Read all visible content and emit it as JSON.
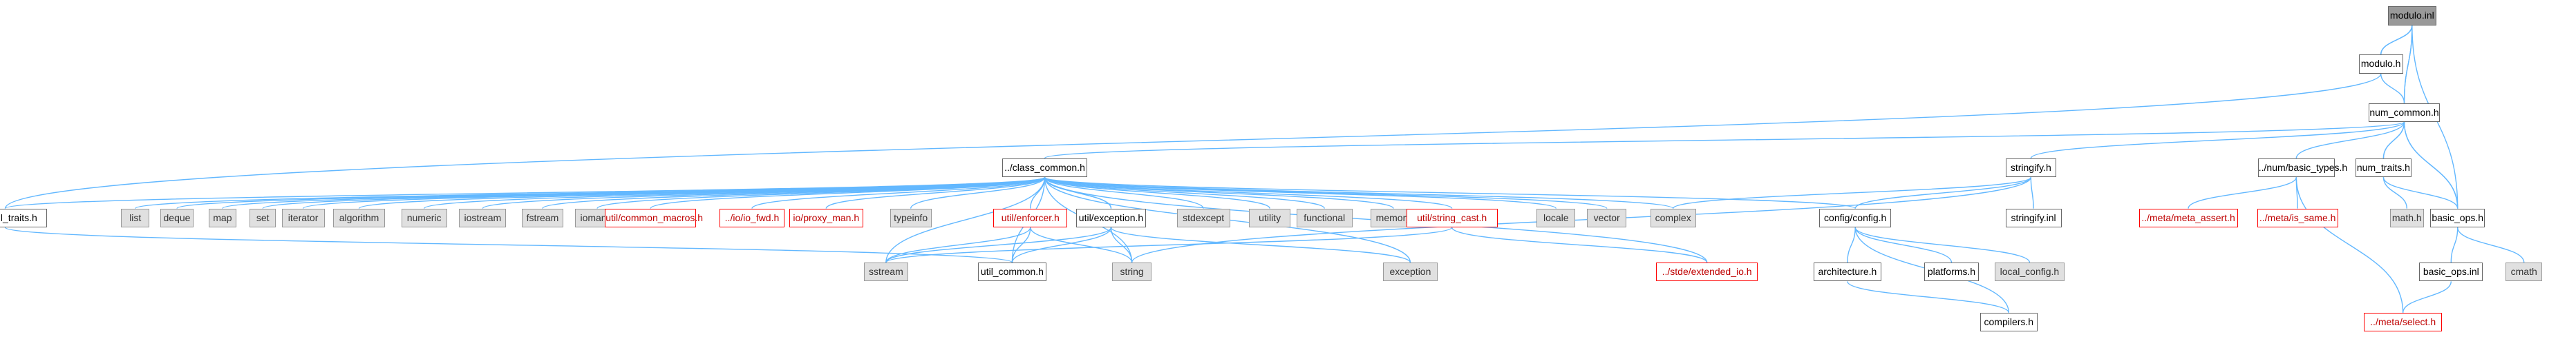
{
  "colors": {
    "edge": "#63b8ff",
    "node_border": "#666666",
    "system_fill": "#e0e0e0",
    "missing_border": "#ff0000",
    "missing_text": "#bf0000",
    "current_fill": "#999999"
  },
  "nodes": [
    {
      "id": "modulo_inl",
      "label": "modulo.inl",
      "kind": "current"
    },
    {
      "id": "modulo_h",
      "label": "modulo.h",
      "kind": "file"
    },
    {
      "id": "num_common_h",
      "label": "num_common.h",
      "kind": "file"
    },
    {
      "id": "class_common_h",
      "label": "../class_common.h",
      "kind": "file"
    },
    {
      "id": "stringify_h",
      "label": "stringify.h",
      "kind": "file"
    },
    {
      "id": "num_basic_types_h",
      "label": "../num/basic_types.h",
      "kind": "file"
    },
    {
      "id": "num_traits_h",
      "label": "num_traits.h",
      "kind": "file"
    },
    {
      "id": "call_traits_h",
      "label": "util/call_traits.h",
      "kind": "file"
    },
    {
      "id": "list",
      "label": "list",
      "kind": "system"
    },
    {
      "id": "deque",
      "label": "deque",
      "kind": "system"
    },
    {
      "id": "map",
      "label": "map",
      "kind": "system"
    },
    {
      "id": "set",
      "label": "set",
      "kind": "system"
    },
    {
      "id": "iterator",
      "label": "iterator",
      "kind": "system"
    },
    {
      "id": "algorithm",
      "label": "algorithm",
      "kind": "system"
    },
    {
      "id": "numeric",
      "label": "numeric",
      "kind": "system"
    },
    {
      "id": "iostream",
      "label": "iostream",
      "kind": "system"
    },
    {
      "id": "fstream",
      "label": "fstream",
      "kind": "system"
    },
    {
      "id": "iomanip",
      "label": "iomanip",
      "kind": "system"
    },
    {
      "id": "common_macros_h",
      "label": "util/common_macros.h",
      "kind": "missing"
    },
    {
      "id": "io_fwd_h",
      "label": "../io/io_fwd.h",
      "kind": "missing"
    },
    {
      "id": "proxy_man_h",
      "label": "io/proxy_man.h",
      "kind": "missing"
    },
    {
      "id": "typeinfo",
      "label": "typeinfo",
      "kind": "system"
    },
    {
      "id": "enforcer_h",
      "label": "util/enforcer.h",
      "kind": "missing"
    },
    {
      "id": "exception_h",
      "label": "util/exception.h",
      "kind": "file"
    },
    {
      "id": "stdexcept",
      "label": "stdexcept",
      "kind": "system"
    },
    {
      "id": "utility",
      "label": "utility",
      "kind": "system"
    },
    {
      "id": "functional",
      "label": "functional",
      "kind": "system"
    },
    {
      "id": "memory",
      "label": "memory",
      "kind": "system"
    },
    {
      "id": "string_cast_h",
      "label": "util/string_cast.h",
      "kind": "missing"
    },
    {
      "id": "locale",
      "label": "locale",
      "kind": "system"
    },
    {
      "id": "vector",
      "label": "vector",
      "kind": "system"
    },
    {
      "id": "complex",
      "label": "complex",
      "kind": "system"
    },
    {
      "id": "config_h",
      "label": "config/config.h",
      "kind": "file"
    },
    {
      "id": "stringify_inl",
      "label": "stringify.inl",
      "kind": "file"
    },
    {
      "id": "meta_assert_h",
      "label": "../meta/meta_assert.h",
      "kind": "missing"
    },
    {
      "id": "is_same_h",
      "label": "../meta/is_same.h",
      "kind": "missing"
    },
    {
      "id": "math_h",
      "label": "math.h",
      "kind": "system"
    },
    {
      "id": "basic_ops_h",
      "label": "basic_ops.h",
      "kind": "file"
    },
    {
      "id": "sstream",
      "label": "sstream",
      "kind": "system"
    },
    {
      "id": "util_common_h",
      "label": "util_common.h",
      "kind": "file"
    },
    {
      "id": "string",
      "label": "string",
      "kind": "system"
    },
    {
      "id": "exception",
      "label": "exception",
      "kind": "system"
    },
    {
      "id": "extended_io_h",
      "label": "../stde/extended_io.h",
      "kind": "missing"
    },
    {
      "id": "architecture_h",
      "label": "architecture.h",
      "kind": "file"
    },
    {
      "id": "platforms_h",
      "label": "platforms.h",
      "kind": "file"
    },
    {
      "id": "local_config_h",
      "label": "local_config.h",
      "kind": "system"
    },
    {
      "id": "basic_ops_inl",
      "label": "basic_ops.inl",
      "kind": "file"
    },
    {
      "id": "cmath",
      "label": "cmath",
      "kind": "system"
    },
    {
      "id": "compilers_h",
      "label": "compilers.h",
      "kind": "file"
    },
    {
      "id": "meta_select_h",
      "label": "../meta/select.h",
      "kind": "missing"
    }
  ]
}
